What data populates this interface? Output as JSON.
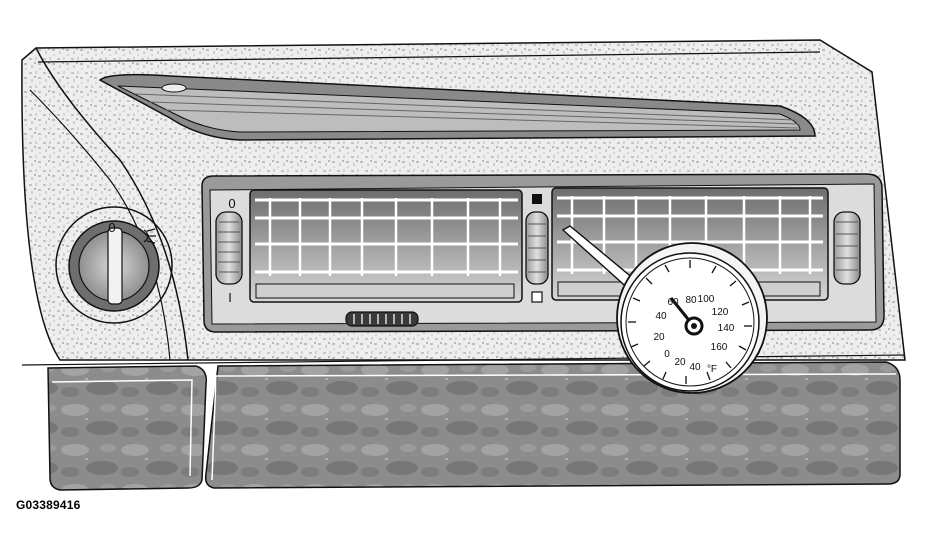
{
  "figure": {
    "id_label": "G03389416"
  },
  "headlamp_switch": {
    "off_label": "0",
    "icon": "parking-lamp-icon"
  },
  "vent_controls": {
    "left_thumbwheel": {
      "top_label": "0",
      "bottom_label": "I"
    },
    "center_indicators": {
      "top": "filled-square",
      "bottom": "open-square"
    }
  },
  "thermometer": {
    "outer_scale": [
      "60",
      "80",
      "100",
      "120",
      "140",
      "160"
    ],
    "inner_scale": [
      "40",
      "20",
      "0",
      "20",
      "40"
    ],
    "unit": "°F"
  },
  "colors": {
    "outline": "#111111",
    "speckle": "#c9c9c9",
    "woodgrain": "#8a8a8a",
    "vent": "#aaaaaa"
  }
}
